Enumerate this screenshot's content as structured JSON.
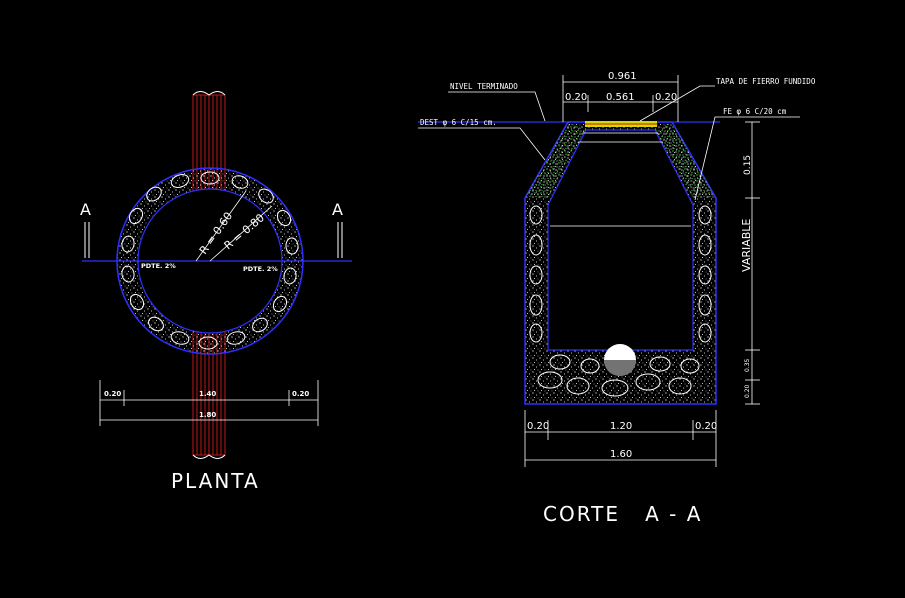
{
  "plan": {
    "title": "PLANTA",
    "section_marker": "A",
    "slope_left": "PDTE. 2%",
    "slope_right": "PDTE. 2%",
    "radius_inner": "R = 0.60",
    "radius_outer": "R = 0.80",
    "dim_left": "0.20",
    "dim_middle": "1.40",
    "dim_right": "0.20",
    "dim_total": "1.80"
  },
  "section": {
    "title": "CORTE   A - A",
    "label_finished_level": "NIVEL TERMINADO",
    "label_cover": "TAPA DE FIERRO FUNDIDO",
    "label_rebar_left": "DEST    φ 6 C/15 cm.",
    "label_rebar_right": "FE φ 6 C/20 cm",
    "dim_top_total": "0.961",
    "dim_top_left": "0.20",
    "dim_top_middle": "0.561",
    "dim_top_right": "0.20",
    "dim_height_top": "0.15",
    "dim_height_variable": "VARIABLE",
    "dim_height_base1": "0.35",
    "dim_height_base2": "0.20",
    "dim_bottom_left": "0.20",
    "dim_bottom_middle": "1.20",
    "dim_bottom_right": "0.20",
    "dim_bottom_total": "1.60"
  },
  "colors": {
    "background": "#000000",
    "outline": "#2f2fff",
    "pipe": "#c01818",
    "stone": "#ffffff",
    "gravel": "#3cc83c",
    "cover": "#d6d600",
    "dimension": "#ffffff"
  }
}
